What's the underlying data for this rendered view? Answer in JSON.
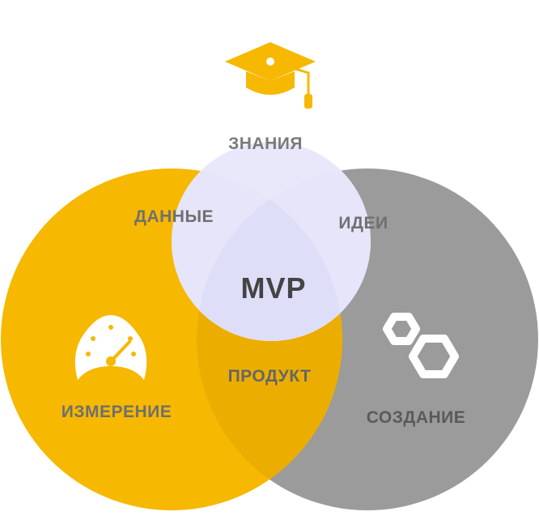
{
  "diagram": {
    "top_label": "ЗНАНИЯ",
    "center_label": "MVP",
    "regions": {
      "data": "ДАННЫЕ",
      "ideas": "ИДЕИ",
      "product": "ПРОДУКТ"
    },
    "circles": {
      "measure": {
        "label": "ИЗМЕРЕНИЕ",
        "color": "#F6B800",
        "icon": "speedometer-icon"
      },
      "create": {
        "label": "СОЗДАНИЕ",
        "color": "#9B9B9B",
        "icon": "gears-icon"
      },
      "knowledge": {
        "color": "#E9E8FB",
        "icon": "graduation-cap-icon"
      }
    }
  }
}
